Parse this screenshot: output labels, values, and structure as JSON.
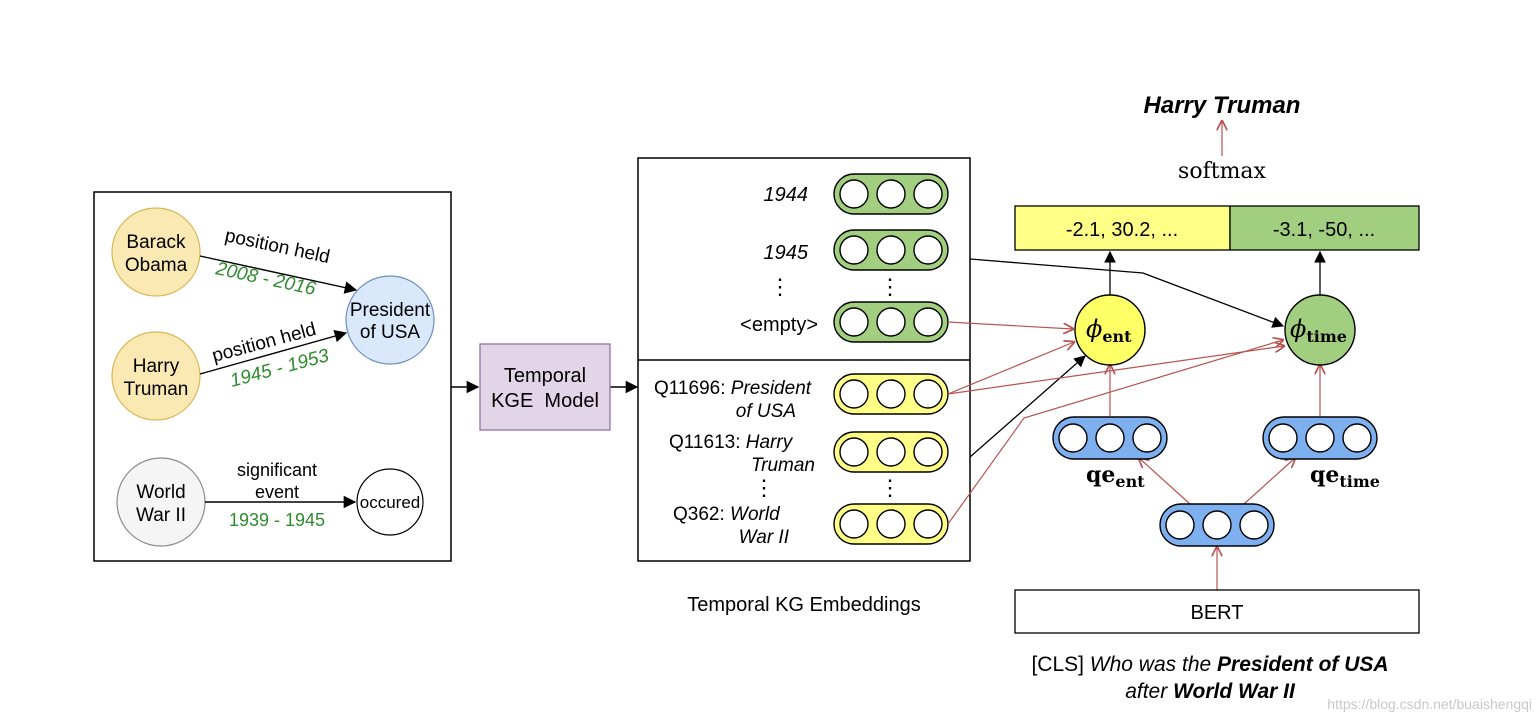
{
  "kg_graph": {
    "nodes": {
      "obama": [
        "Barack",
        "Obama"
      ],
      "truman": [
        "Harry",
        "Truman"
      ],
      "wwii": [
        "World",
        "War II"
      ],
      "president": [
        "President",
        "of USA"
      ],
      "occured": "occured"
    },
    "edges": {
      "obama_relation": "position held",
      "obama_time": "2008 - 2016",
      "truman_relation": "position held",
      "truman_time": "1945 - 1953",
      "wwii_relation": [
        "significant",
        "event"
      ],
      "wwii_time": "1939 - 1945"
    }
  },
  "model": {
    "label": [
      "Temporal",
      "KGE  Model"
    ]
  },
  "embeddings": {
    "caption": "Temporal KG Embeddings",
    "time": {
      "row1": "1944",
      "row2": "1945",
      "row3": "<empty>"
    },
    "entity": {
      "row1_id": "Q11696: ",
      "row1_name": "President",
      "row1_name2": "of USA",
      "row2_id": "Q11613: ",
      "row2_name": "Harry",
      "row2_name2": "Truman",
      "row3_id": "Q362: ",
      "row3_name": "World",
      "row3_name2": "War II"
    },
    "ellipsis": "⋮"
  },
  "scoring": {
    "answer": "Harry Truman",
    "softmax": "softmax",
    "entity_scores": "-2.1, 30.2, ...",
    "time_scores": "-3.1, -50, ...",
    "phi_symbol": "ϕ",
    "phi_ent_sub": "ent",
    "phi_time_sub": "time",
    "qe_symbol": "qe",
    "qe_ent_sub": "ent",
    "qe_time_sub": "time"
  },
  "encoder": {
    "label": "BERT"
  },
  "question": {
    "line1_plain": "[CLS] ",
    "line1_italic": "Who was the ",
    "line1_bold": "President of USA",
    "line2_italic": "after ",
    "line2_bold": "World War II"
  },
  "watermark": "https://blog.csdn.net/buaishengqi",
  "colors": {
    "entity_yellow": "#ffff88",
    "time_green": "#a2cf7f",
    "question_blue": "#7eb0f0",
    "node_yellow": "#fbe9b4",
    "node_blue": "#dae8fc",
    "node_gray": "#f5f5f5",
    "model_purple": "#e1d5e7",
    "red_arrow": "#b85450"
  }
}
